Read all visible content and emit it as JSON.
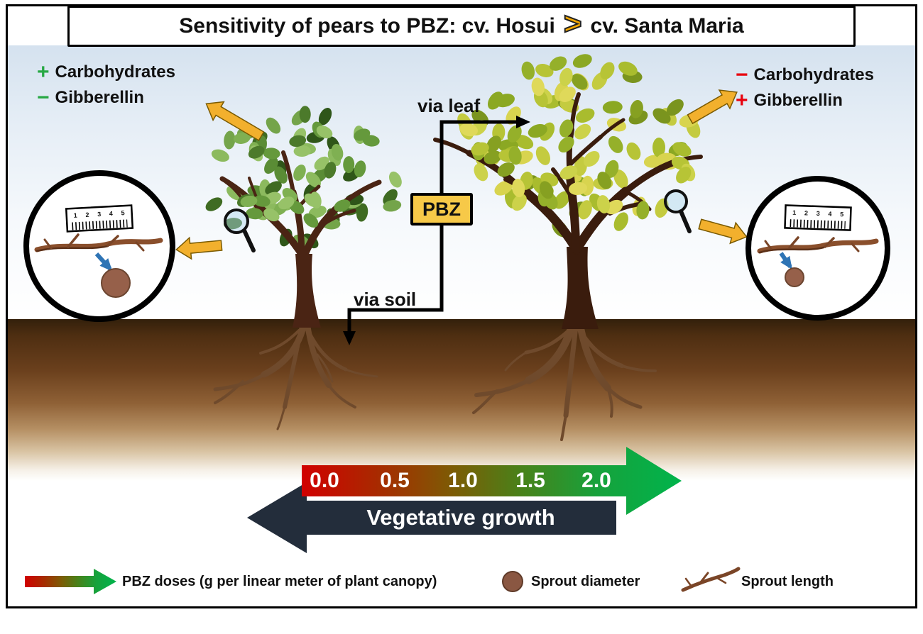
{
  "title": {
    "part1": "Sensitivity of pears to PBZ: cv. Hosui",
    "symbol": ">",
    "part2": "cv. Santa Maria"
  },
  "annotations": {
    "left": {
      "carbohydrates_sign": "+",
      "carbohydrates": "Carbohydrates",
      "gibberellin_sign": "−",
      "gibberellin": "Gibberellin"
    },
    "right": {
      "carbohydrates_sign": "−",
      "carbohydrates": "Carbohydrates",
      "gibberellin_sign": "+",
      "gibberellin": "Gibberellin"
    }
  },
  "pbz": {
    "box_label": "PBZ",
    "via_leaf": "via leaf",
    "via_soil": "via soil"
  },
  "insets": {
    "ruler_scale": "1 2 3 4 5"
  },
  "dose_arrow": {
    "values": [
      "0.0",
      "0.5",
      "1.0",
      "1.5",
      "2.0"
    ],
    "growth_label": "Vegetative growth"
  },
  "legend": {
    "pbz_doses": "PBZ doses (g per linear meter of plant canopy)",
    "sprout_diameter": "Sprout diameter",
    "sprout_length": "Sprout length"
  },
  "colors": {
    "title_gt_orange": "#f5a800",
    "pbz_box_fill": "#f7c948",
    "sign_green": "#27a844",
    "sign_red": "#e8000d",
    "accent_arrow_yellow": "#f2b02d",
    "growth_arrow_dark": "#232d3b",
    "gradient_red": "#d10000",
    "gradient_green": "#00b44c",
    "soil_dark": "#33200b",
    "sprout_brown": "#8a5742",
    "blue_arrow": "#2e74b5"
  }
}
